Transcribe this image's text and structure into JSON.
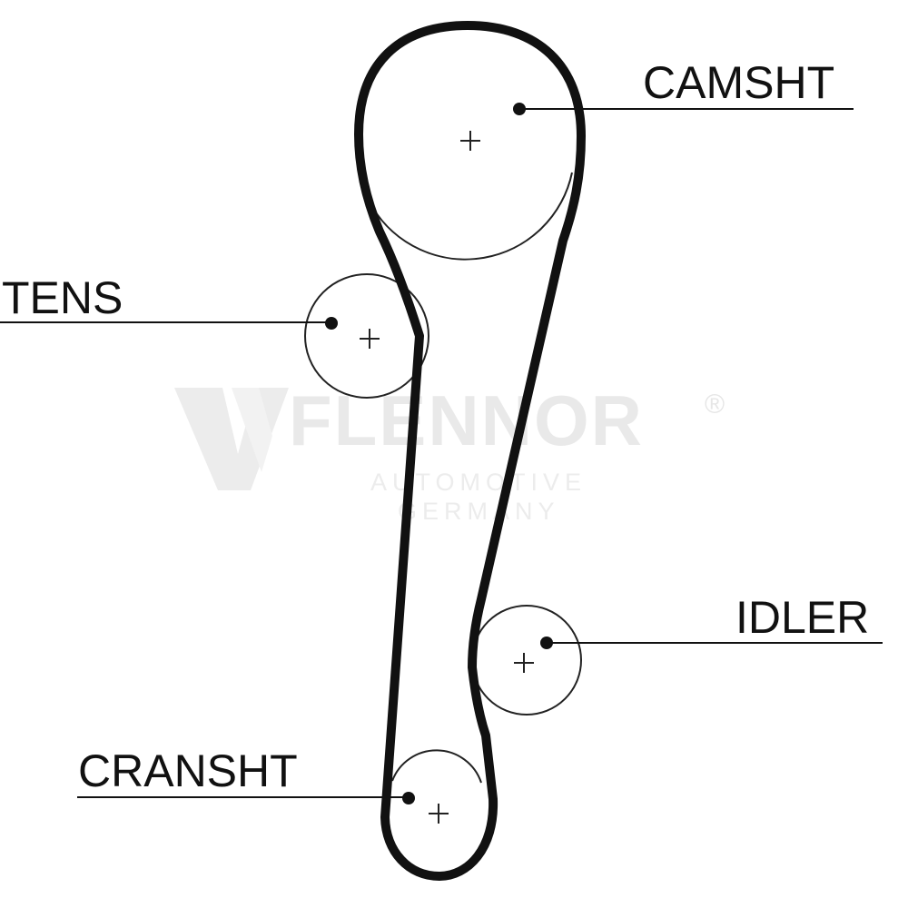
{
  "labels": {
    "camshaft": "CAMSHT",
    "tensioner": "TENS",
    "idler": "IDLER",
    "crankshaft": "CRANSHT"
  },
  "watermark": {
    "brand": "FLENNOR",
    "line1": "AUTOMOTIVE",
    "line2": "GERMANY",
    "registered": "®"
  },
  "colors": {
    "belt": "#111111",
    "pulley": "#222222",
    "watermark": "#e8e8e8"
  }
}
